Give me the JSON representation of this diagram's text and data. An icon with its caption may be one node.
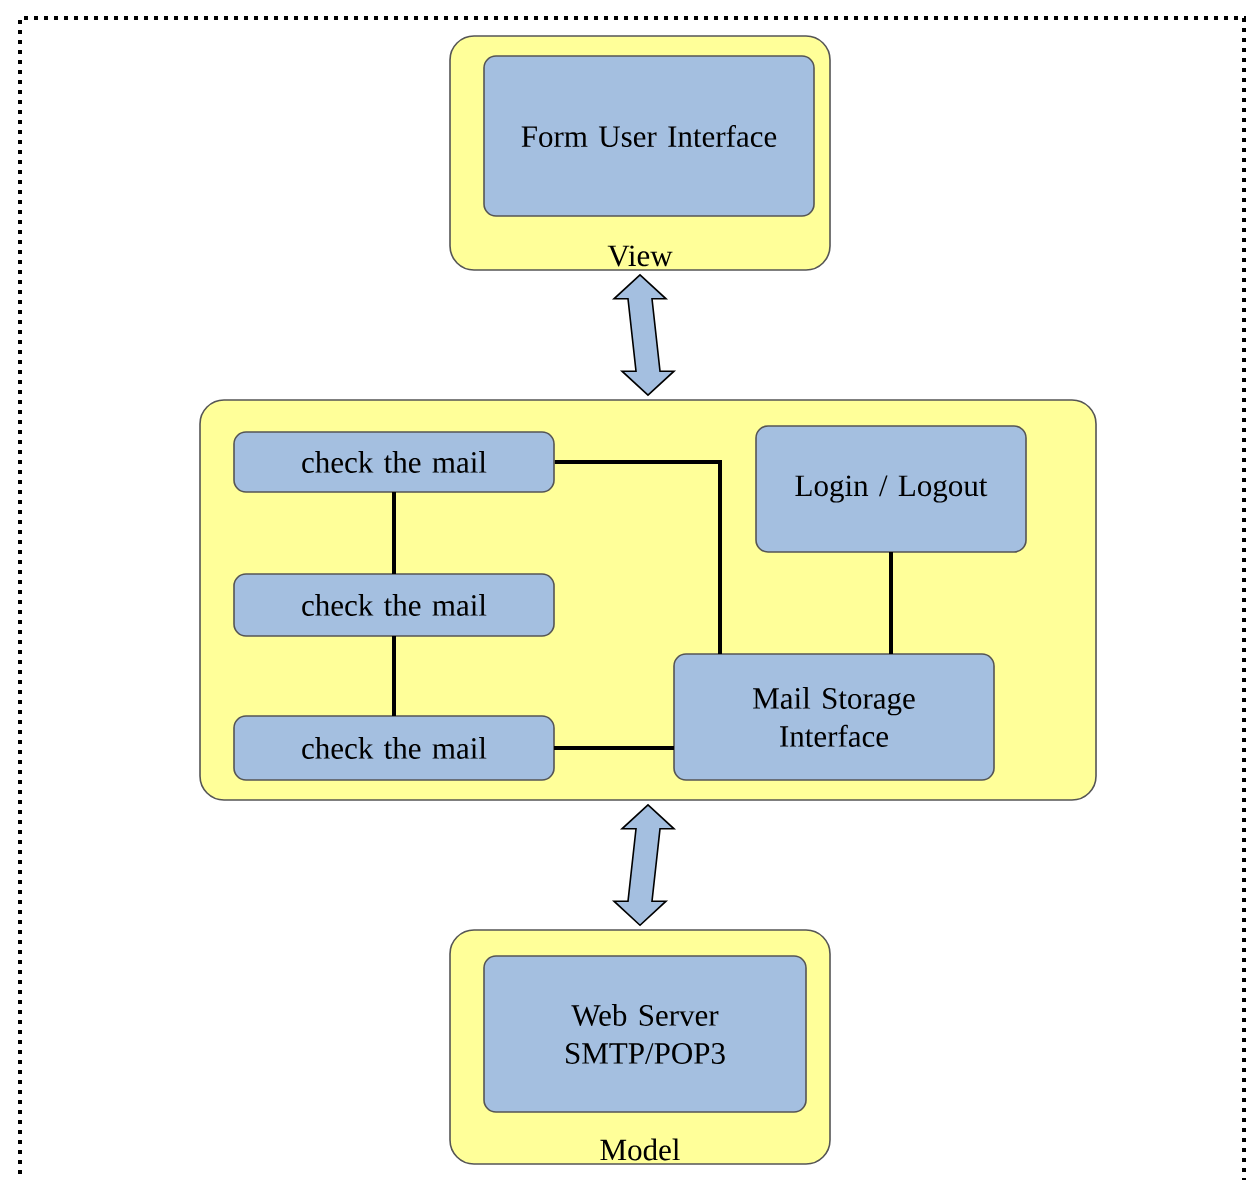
{
  "diagram": {
    "nodes": [
      {
        "text": [
          "View"
        ]
      },
      {
        "text": [
          "Form User Interface"
        ],
        "in": 0
      },
      {
        "text": [],
        "shape": "box"
      },
      {
        "text": [
          "check the mail"
        ],
        "in": 2
      },
      {
        "text": [
          "check the mail"
        ],
        "in": 2
      },
      {
        "text": [
          "check the mail"
        ],
        "in": 2
      },
      {
        "text": [
          "Login / Logout"
        ],
        "in": 2
      },
      {
        "text": [
          "Mail Storage Interface"
        ],
        "in": 2
      },
      {
        "text": [
          "Model"
        ]
      },
      {
        "text": [
          "Web Server SMTP/POP3"
        ],
        "in": 8
      }
    ],
    "edges": [
      {
        "from": 0,
        "to": 2,
        "arrow": "both",
        "style": "thick",
        "color": "#a4bfe0"
      },
      {
        "from": 3,
        "to": 4,
        "arrow": "none"
      },
      {
        "from": 4,
        "to": 5,
        "arrow": "none"
      },
      {
        "from": 3,
        "to": 7,
        "arrow": "none"
      },
      {
        "from": 5,
        "to": 7,
        "arrow": "none"
      },
      {
        "from": 6,
        "to": 7,
        "arrow": "none"
      },
      {
        "from": 2,
        "to": 8,
        "arrow": "both",
        "style": "thick",
        "color": "#a4bfe0"
      }
    ]
  }
}
